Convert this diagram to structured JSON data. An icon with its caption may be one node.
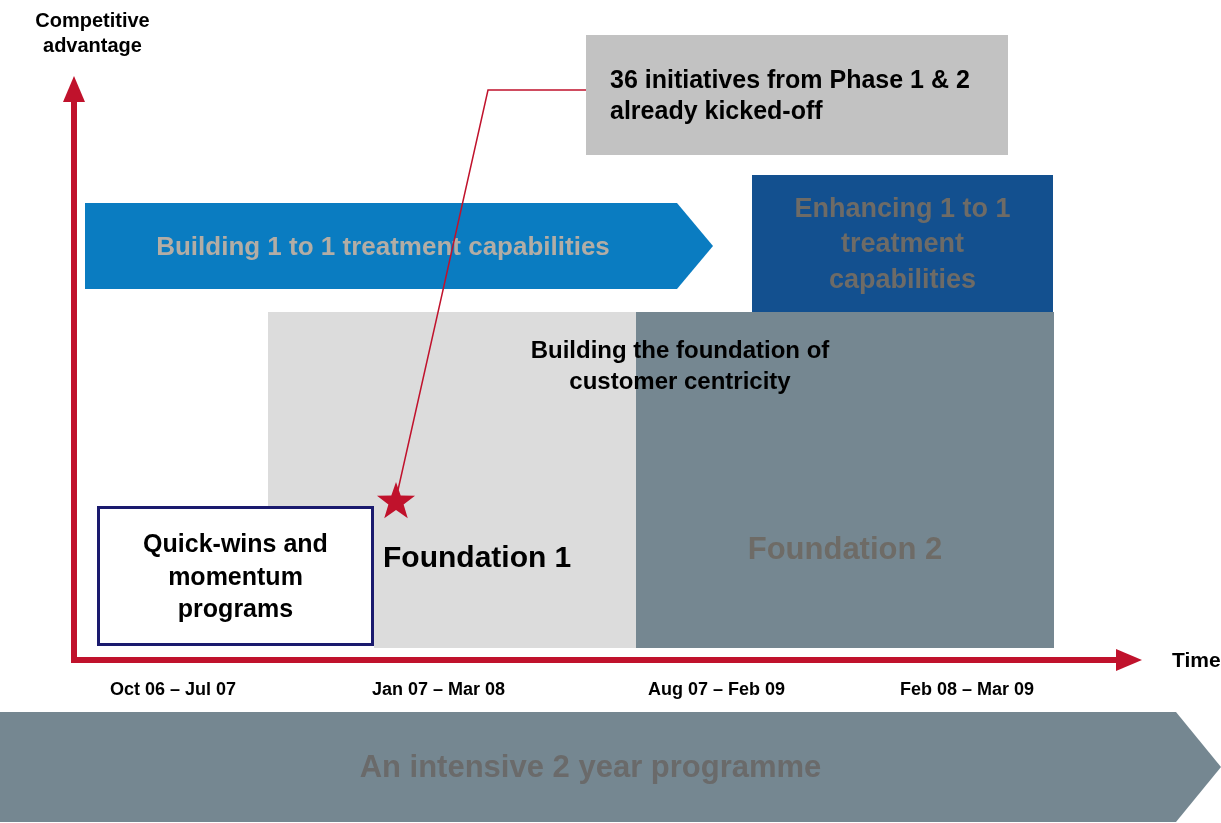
{
  "diagram": {
    "nodes": [
      {
        "text": [
          "36 initiatives from Phase 1 & 2 already kicked-off"
        ]
      },
      {
        "text": [
          "Building 1 to 1 treatment capabilities"
        ]
      },
      {
        "text": [
          "Enhancing 1 to 1 treatment capabilities"
        ]
      },
      {
        "text": [
          "Foundation 1"
        ]
      },
      {
        "text": [
          "Foundation 2"
        ]
      },
      {
        "text": [
          "Quick-wins and momentum programs"
        ]
      },
      {
        "text": [],
        "shape": "star",
        "in": 3
      },
      {
        "text": [
          "An intensive 2 year programme"
        ]
      }
    ],
    "edges": [
      {
        "from": 0,
        "to": 6,
        "arrow": "none",
        "color": "#c0122c"
      }
    ],
    "labels": [
      "Competitive advantage",
      "Building the foundation of customer centricity",
      "Time",
      "Oct 06 – Jul 07",
      "Jan 07 – Mar 08",
      "Aug 07 – Feb 09",
      "Feb 08 – Mar 09"
    ]
  }
}
